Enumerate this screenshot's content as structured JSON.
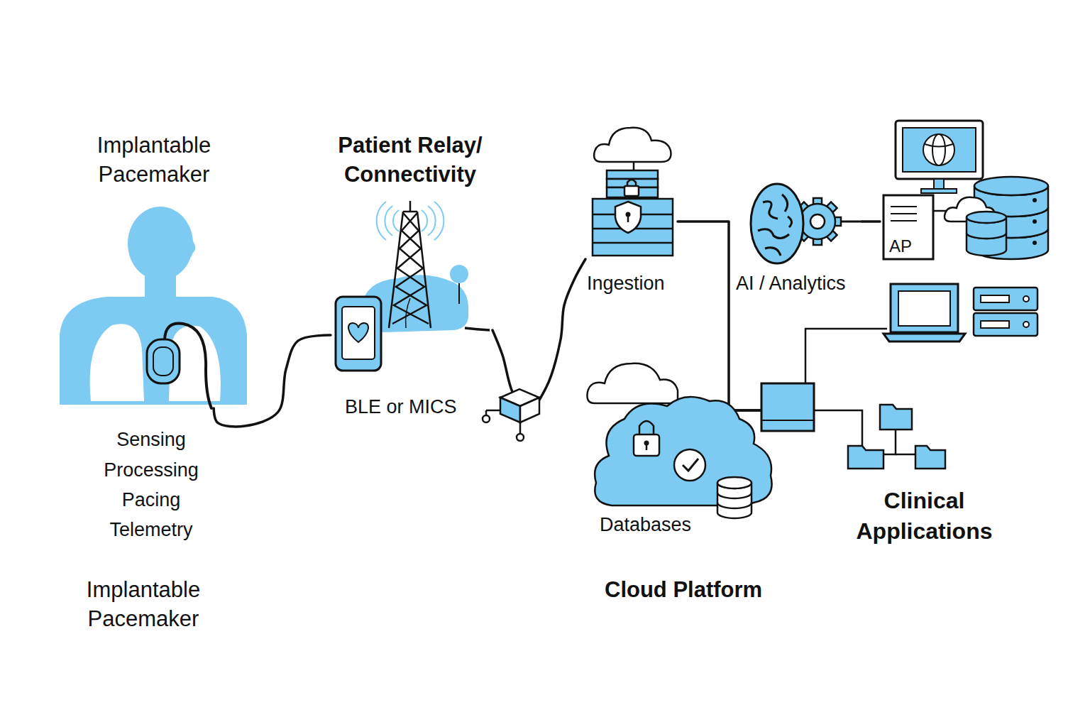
{
  "diagram": {
    "nodes": [
      {
        "text": [
          "Implantable Pacemaker"
        ]
      },
      {
        "text": [
          "Patient Relay/ Connectivity",
          "BLE or MICS"
        ]
      },
      {
        "text": [
          "Ingestion"
        ]
      },
      {
        "text": [
          "AI / Analytics"
        ]
      },
      {
        "text": [
          "AP"
        ]
      },
      {
        "text": [
          "Databases"
        ]
      },
      {
        "text": [
          "Clinical Applications"
        ]
      }
    ],
    "edges": [
      {
        "from": 0,
        "to": 1,
        "arrow": "none"
      },
      {
        "from": 1,
        "to": 2,
        "arrow": "none"
      },
      {
        "from": 2,
        "to": 6,
        "arrow": "none"
      },
      {
        "from": 5,
        "to": 6,
        "arrow": "none"
      },
      {
        "from": 3,
        "to": 4,
        "arrow": "none"
      }
    ],
    "labels": [
      "Sensing",
      "Processing",
      "Pacing",
      "Telemetry",
      "Implantable Pacemaker",
      "Cloud Platform"
    ]
  }
}
